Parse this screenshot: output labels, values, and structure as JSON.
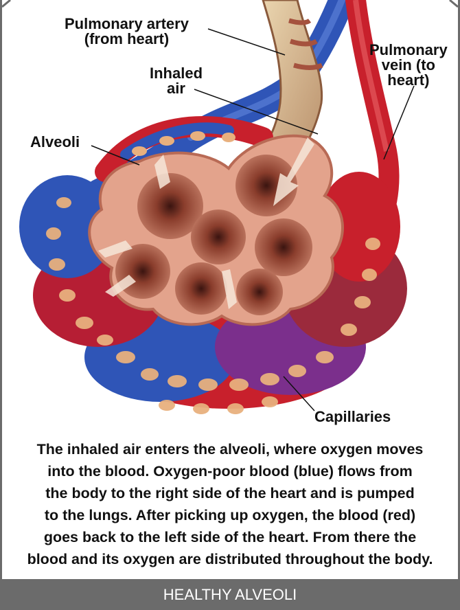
{
  "labels": {
    "pulmonary_artery": [
      "Pulmonary artery",
      "(from heart)"
    ],
    "pulmonary_vein": [
      "Pulmonary",
      "vein (to",
      "heart)"
    ],
    "inhaled_air": [
      "Inhaled",
      "air"
    ],
    "alveoli": "Alveoli",
    "capillaries": "Capillaries"
  },
  "caption": [
    "The inhaled air enters the alveoli, where oxygen moves",
    "into the blood. Oxygen-poor blood (blue) flows from",
    "the body to the right side of the heart and is pumped",
    "to the lungs. After picking up oxygen, the blood (red)",
    "goes back to the left side of the heart. From there the",
    "blood and its oxygen are distributed throughout the body."
  ],
  "footer": {
    "title": "HEALTHY ALVEOLI"
  },
  "colors": {
    "oxygen_poor_blood": "#2f55b7",
    "oxygen_rich_blood": "#c8202c",
    "alveolar_tissue": "#e3a38c",
    "footer_bar": "#6b6b6b"
  }
}
